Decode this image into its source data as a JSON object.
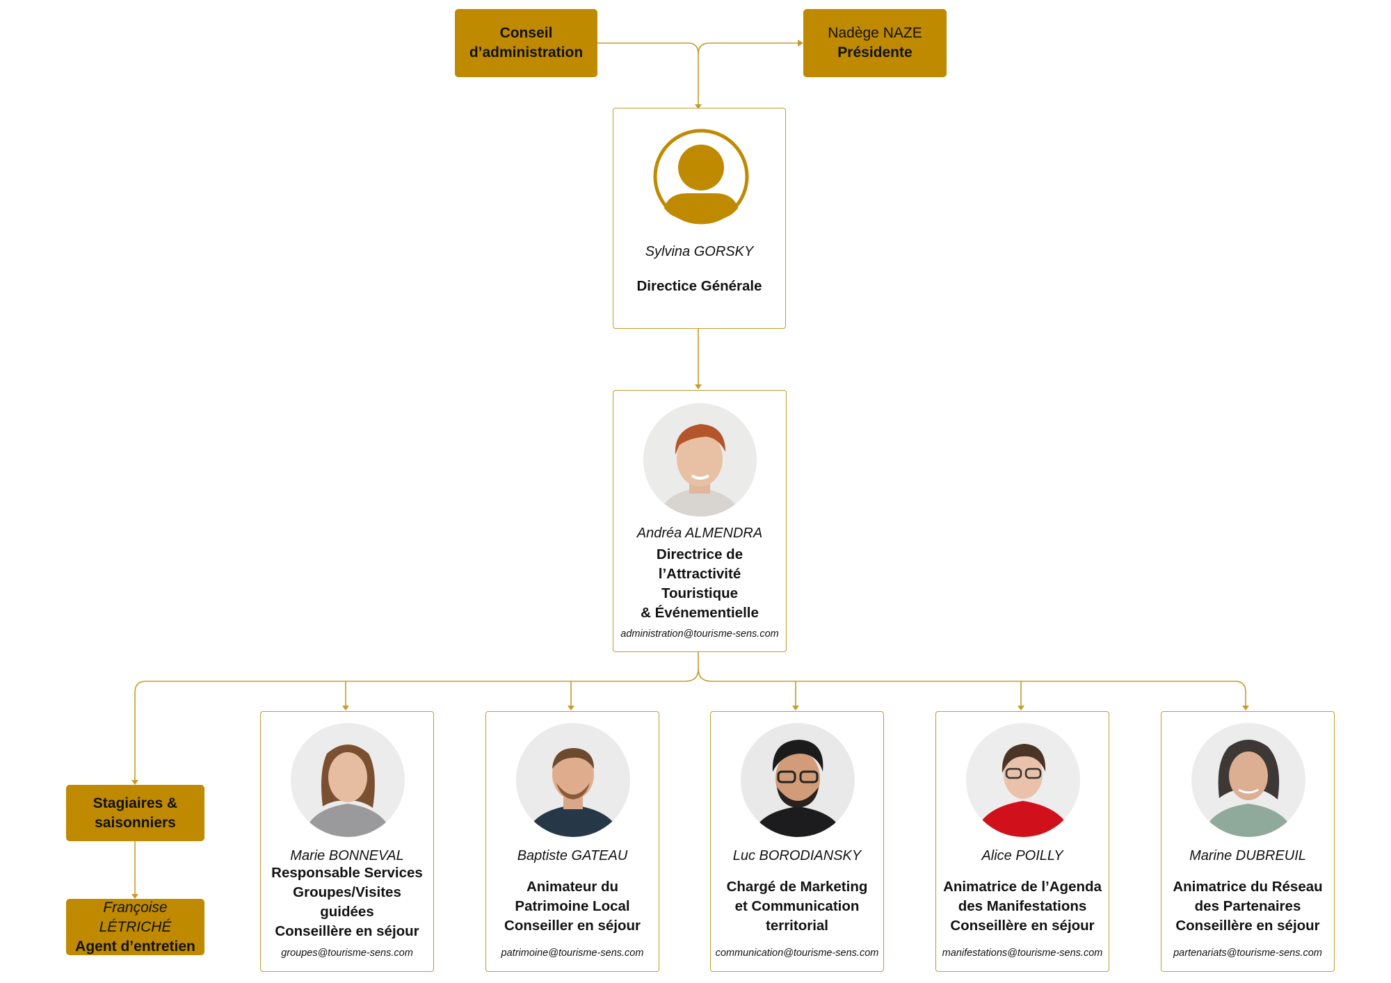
{
  "colors": {
    "accent": "#bf8a00",
    "line": "#c79a2c"
  },
  "board": {
    "line1": "Conseil",
    "line2": "d’administration"
  },
  "president": {
    "name": "Nadège NAZE",
    "title": "Présidente"
  },
  "director_general": {
    "name": "Sylvina GORSKY",
    "title": "Directice Générale",
    "icon": "user-icon"
  },
  "attractivite": {
    "name": "Andréa ALMENDRA",
    "title_lines": [
      "Directrice de",
      "l’Attractivité",
      "Touristique",
      "& Événementielle"
    ],
    "email": "administration@tourisme-sens.com"
  },
  "interns": {
    "line1": "Stagiaires &",
    "line2": "saisonniers"
  },
  "cleaning": {
    "name": "Françoise LÉTRICHÉ",
    "title": "Agent d’entretien"
  },
  "staff": [
    {
      "name": "Marie BONNEVAL",
      "role_lines": [
        "Responsable Services",
        "Groupes/Visites",
        "guidées",
        "Conseillère en séjour"
      ],
      "email": "groupes@tourisme-sens.com"
    },
    {
      "name": "Baptiste GATEAU",
      "role_lines": [
        "Animateur du",
        "Patrimoine Local",
        "Conseiller en séjour"
      ],
      "email": "patrimoine@tourisme-sens.com"
    },
    {
      "name": "Luc BORODIANSKY",
      "role_lines": [
        "Chargé de Marketing",
        "et Communication",
        "territorial"
      ],
      "email": "communication@tourisme-sens.com"
    },
    {
      "name": "Alice POILLY",
      "role_lines": [
        "Animatrice de l’Agenda",
        "des Manifestations",
        "Conseillère en séjour"
      ],
      "email": "manifestations@tourisme-sens.com"
    },
    {
      "name": "Marine DUBREUIL",
      "role_lines": [
        "Animatrice du Réseau",
        "des Partenaires",
        "Conseillère en séjour"
      ],
      "email": "partenariats@tourisme-sens.com"
    }
  ]
}
